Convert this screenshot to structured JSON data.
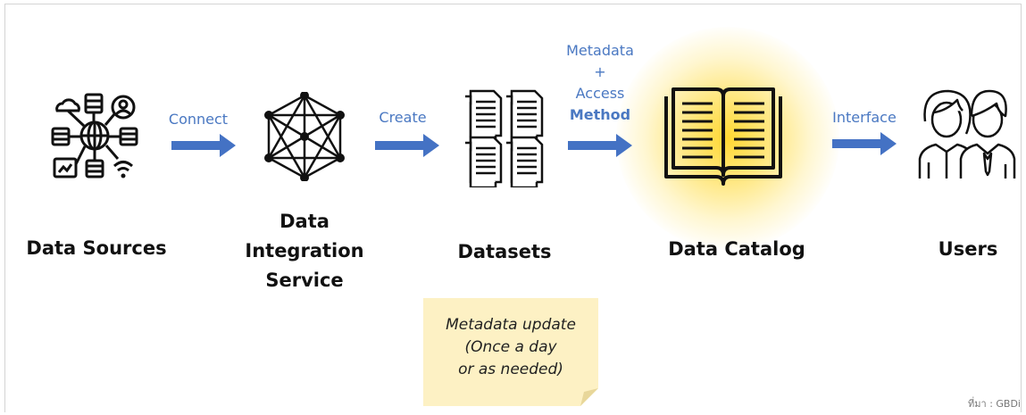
{
  "nodes": [
    {
      "id": "data-sources",
      "label": "Data Sources",
      "icon": "network-hub-icon"
    },
    {
      "id": "integration",
      "label_lines": [
        "Data",
        "Integration",
        "Service"
      ],
      "icon": "mesh-network-icon"
    },
    {
      "id": "datasets",
      "label": "Datasets",
      "icon": "documents-icon"
    },
    {
      "id": "catalog",
      "label": "Data Catalog",
      "icon": "open-book-icon"
    },
    {
      "id": "users",
      "label": "Users",
      "icon": "users-icon"
    }
  ],
  "arrows": {
    "connect": "Connect",
    "create": "Create",
    "metadata_lines": [
      "Metadata",
      "+",
      "Access"
    ],
    "metadata_bold": "Method",
    "interface": "Interface"
  },
  "note": {
    "lines": [
      "Metadata update",
      "(Once a day",
      "or as needed)"
    ]
  },
  "source": "ที่มา : GBDi",
  "colors": {
    "arrow": "#4472c4",
    "arrow_text": "#4a78c2",
    "note_bg": "#fdf1c4",
    "glow": "#ffd628"
  }
}
